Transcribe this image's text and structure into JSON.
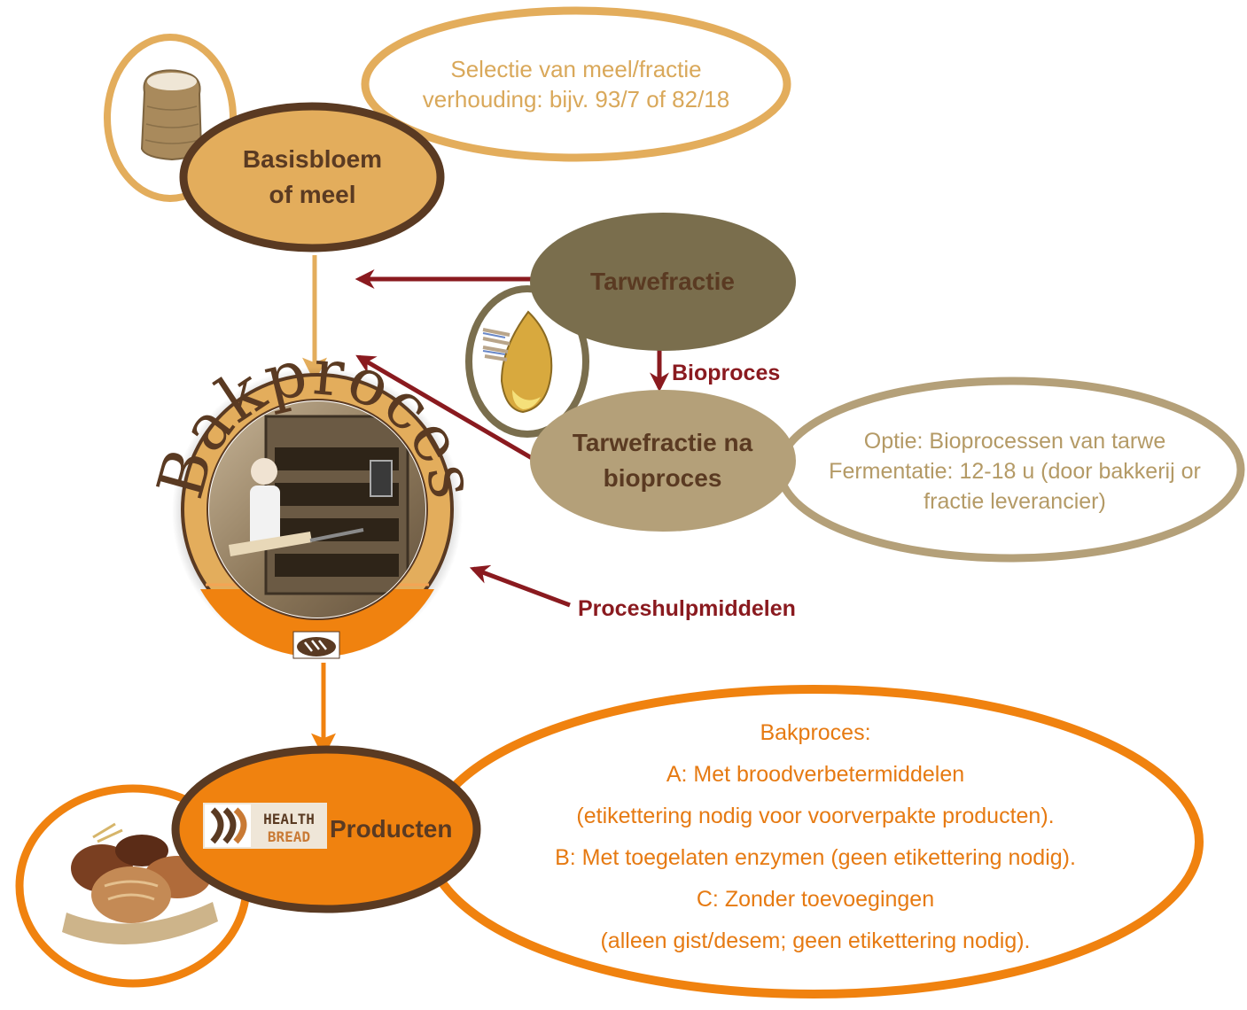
{
  "nodes": {
    "basisbloem": {
      "line1": "Basisbloem",
      "line2": "of meel"
    },
    "meel_note": {
      "line1": "Selectie van meel/fractie",
      "line2": "verhouding: bijv. 93/7 of 82/18"
    },
    "tarwefractie": {
      "label": "Tarwefractie"
    },
    "bioproces_arrow_label": "Bioproces",
    "tarwefractie_na": {
      "line1": "Tarwefractie na",
      "line2": "bioproces"
    },
    "bioproces_note": {
      "line1": "Optie: Bioprocessen van tarwe",
      "line2": "Fermentatie: 12-18 u (door bakkerij or",
      "line3": "fractie leverancier)"
    },
    "bakproces_badge": {
      "arc_text": "Bakproces"
    },
    "proceshulp": {
      "label": "Proceshulpmiddelen"
    },
    "producten": {
      "label": "Producten",
      "logo_line1": "HEALTH",
      "logo_line2": "BREAD"
    },
    "bakproces_note": {
      "line1": "Bakproces:",
      "line2": "A: Met broodverbetermiddelen",
      "line3": "(etikettering nodig voor voorverpakte producten).",
      "line4": "B: Met toegelaten enzymen (geen etikettering nodig).",
      "line5": "C: Zonder toevoegingen",
      "line6": "(alleen gist/desem; geen etikettering nodig)."
    }
  },
  "colors": {
    "dark_brown": "#5a3a22",
    "tan": "#b4a079",
    "gold": "#e3ad5c",
    "olive": "#7a6e4d",
    "dark_red": "#8a1a1f",
    "orange": "#f0820f"
  }
}
